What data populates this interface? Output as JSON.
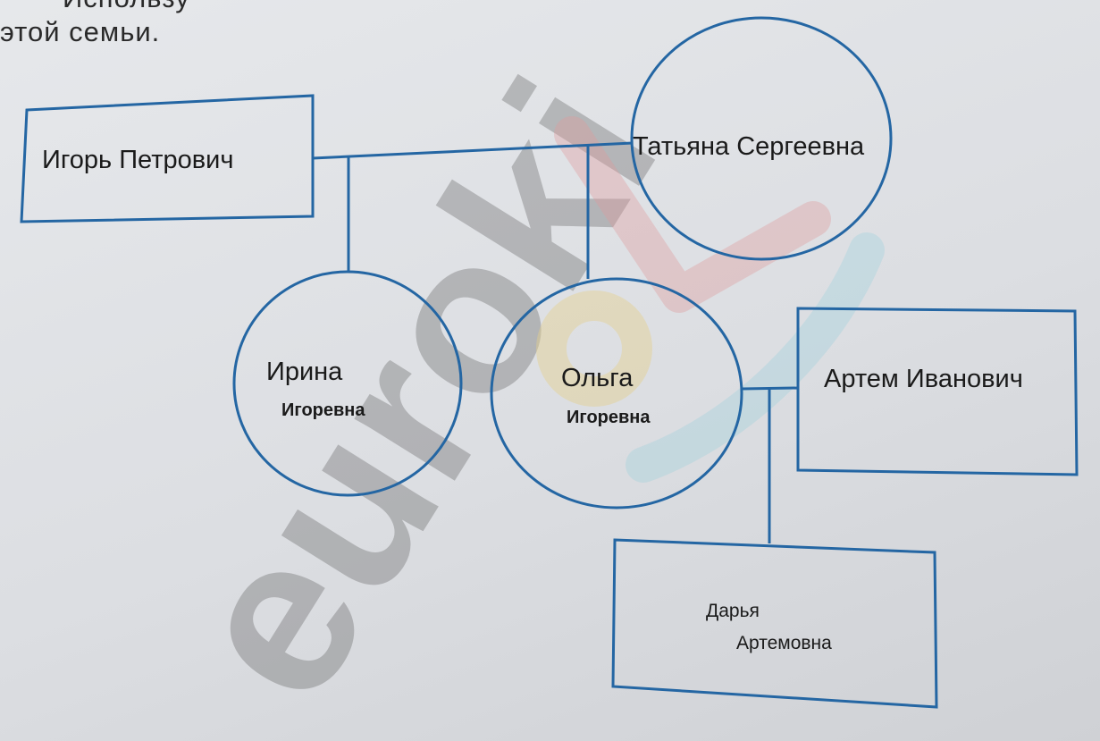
{
  "heading": {
    "partial_line": "Использу",
    "line": "этой семьи."
  },
  "watermark": {
    "text": "euroki",
    "colors": [
      "#5a5a5a",
      "#e8c44a",
      "#e05a5a",
      "#5ec4d6"
    ]
  },
  "diagram": {
    "line_color": "#2466a3",
    "nodes": {
      "igor": {
        "shape": "rectangle",
        "name": "Игорь Петрович"
      },
      "tatyana": {
        "shape": "circle",
        "name": "Татьяна Сергеевна"
      },
      "irina": {
        "shape": "circle",
        "first": "Ирина",
        "patronymic": "Игоревна"
      },
      "olga": {
        "shape": "circle",
        "first": "Ольга",
        "patronymic": "Игоревна"
      },
      "artem": {
        "shape": "rectangle",
        "name": "Артем Иванович"
      },
      "darya": {
        "shape": "rectangle",
        "first": "Дарья",
        "patronymic": "Артемовна"
      }
    }
  }
}
